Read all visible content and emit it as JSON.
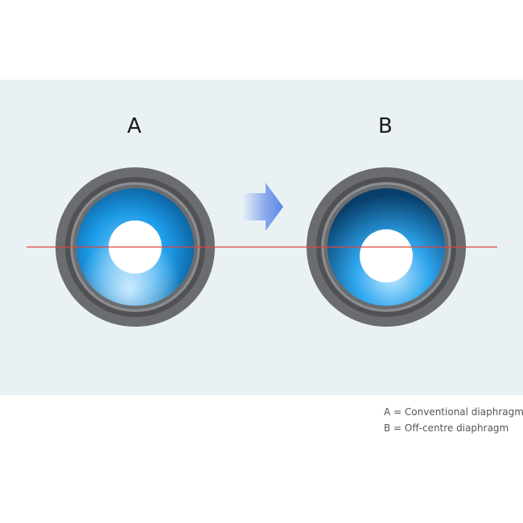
{
  "labels": {
    "a": "A",
    "b": "B"
  },
  "legend": {
    "line_a": "A = Conventional diaphragm",
    "line_b": "B = Off-centre diaphragm"
  },
  "colors": {
    "panel_bg": "#e9f1f5",
    "surround": "#6a6c6f",
    "cone_blue": "#1e9be8",
    "reference_line": "#e0463d",
    "arrow": "#6c93ea"
  },
  "icons": {
    "arrow": "arrow-right-icon"
  }
}
